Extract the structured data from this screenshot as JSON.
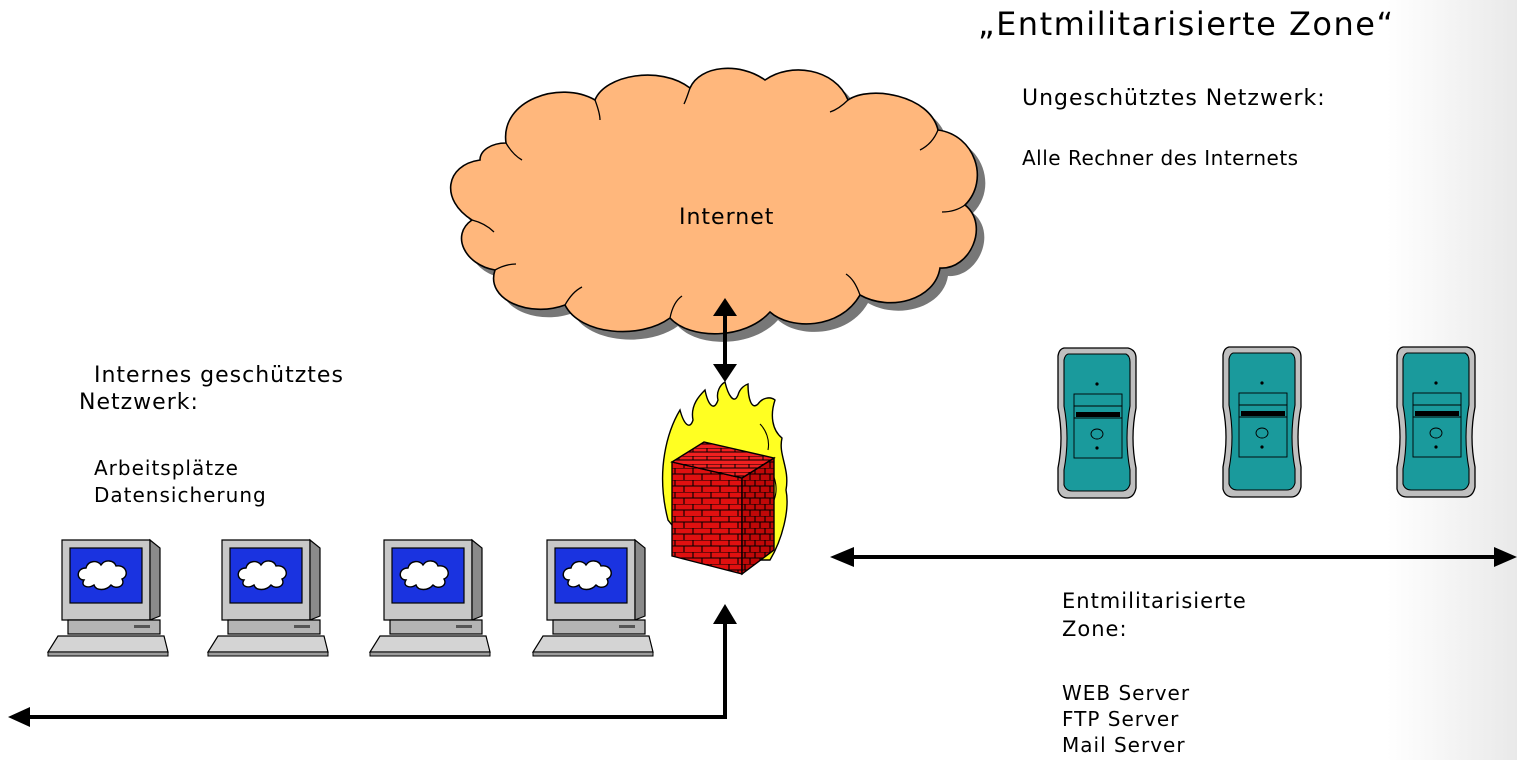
{
  "title": "„Entmilitarisierte Zone“",
  "internet": {
    "heading": "Ungeschütztes Netzwerk:",
    "description": "Alle Rechner des Internets",
    "cloud_label": "Internet"
  },
  "internal": {
    "heading_line1": "Internes geschütztes",
    "heading_line2": "Netzwerk:",
    "items": [
      "Arbeitsplätze",
      "Datensicherung"
    ]
  },
  "dmz": {
    "heading_line1": "Entmilitarisierte",
    "heading_line2": "Zone:",
    "items": [
      "WEB Server",
      "FTP Server",
      "Mail Server"
    ]
  },
  "colors": {
    "cloud_fill": "#ffb77c",
    "server_fill": "#1a9a9c",
    "brick_red": "#e01010",
    "flame_yellow": "#ffff22",
    "monitor_screen": "#1a33e0"
  },
  "icons": [
    "cloud-icon",
    "firewall-icon",
    "workstation-icon",
    "server-icon"
  ]
}
